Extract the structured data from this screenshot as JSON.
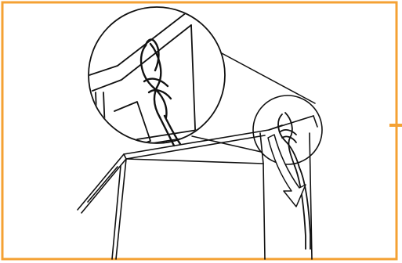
{
  "figure": {
    "subject": "cable-knot-on-housing-edge",
    "icons": [
      "magnifier-callout",
      "cable-loop",
      "routing-arrow",
      "cable-knot"
    ]
  },
  "colors": {
    "frame": "#F4A133",
    "line": "#111111",
    "background": "#FFFFFF"
  }
}
